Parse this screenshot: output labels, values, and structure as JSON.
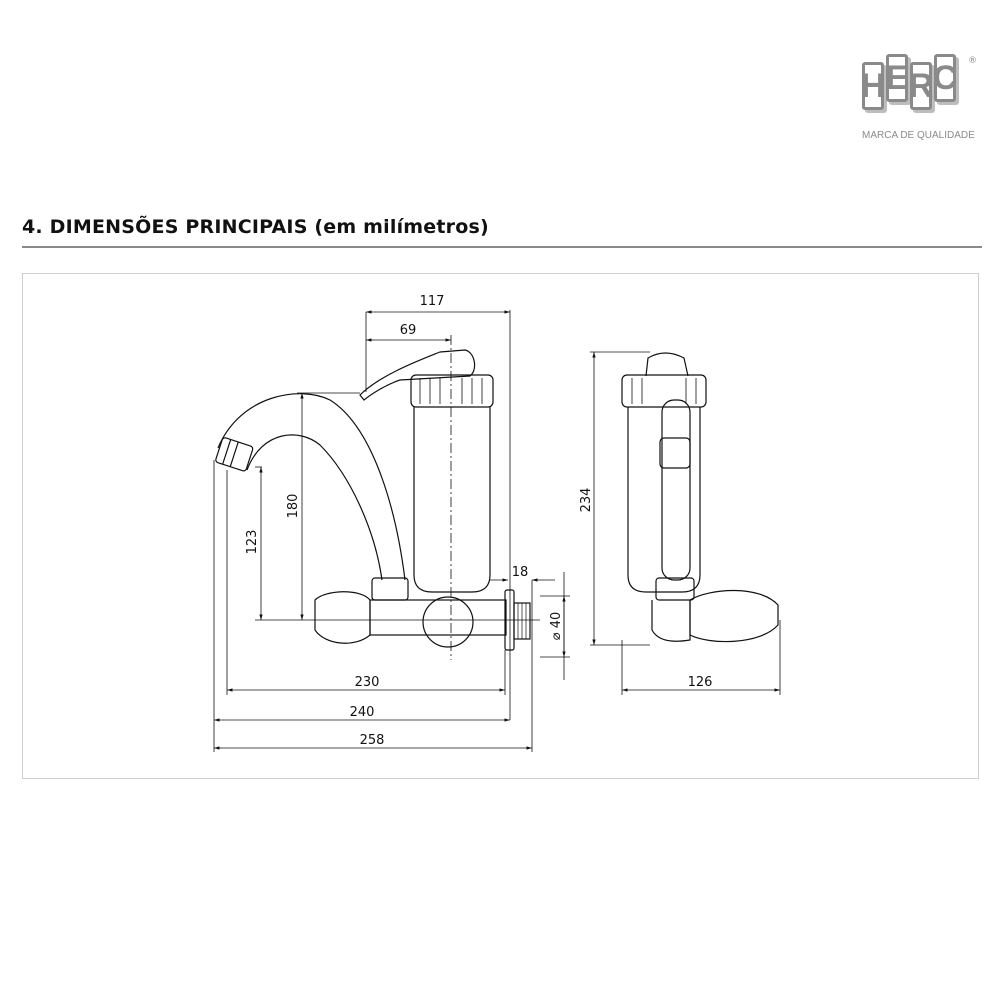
{
  "logo": {
    "letters": [
      "H",
      "E",
      "R",
      "C"
    ],
    "registered": "®",
    "tagline": "MARCA DE QUALIDADE"
  },
  "section": {
    "title": "4.  DIMENSÕES PRINCIPAIS (em milímetros)"
  },
  "dimensions": {
    "front": {
      "total_depth": "117",
      "handle_offset": "69",
      "height_top": "180",
      "spout_height": "123",
      "thread": "18",
      "flange_diameter": "⌀ 40",
      "width_230": "230",
      "width_240": "240",
      "width_258": "258"
    },
    "side": {
      "height": "234",
      "width": "126"
    }
  }
}
